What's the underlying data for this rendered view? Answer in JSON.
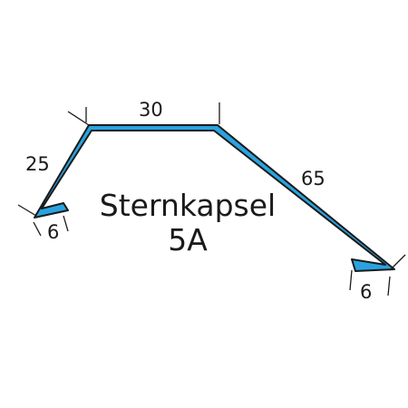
{
  "profile": {
    "name": "Sternkapsel",
    "code": "5A",
    "fill_color": "#29a3e0",
    "outline_color": "#1a1a1a"
  },
  "dimensions": {
    "left_hem": "6",
    "left_leg": "25",
    "top_flat": "30",
    "right_leg": "65",
    "right_hem": "6"
  }
}
